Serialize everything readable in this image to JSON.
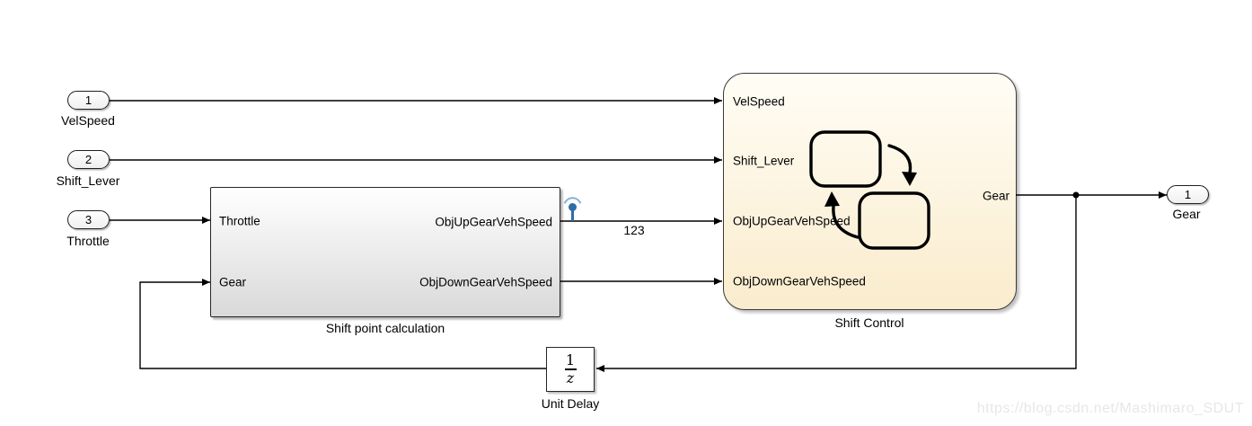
{
  "diagram": {
    "inports": [
      {
        "number": "1",
        "label": "VelSpeed"
      },
      {
        "number": "2",
        "label": "Shift_Lever"
      },
      {
        "number": "3",
        "label": "Throttle"
      }
    ],
    "outport": {
      "number": "1",
      "label": "Gear"
    },
    "subsystem": {
      "title": "Shift point calculation",
      "ports": {
        "inputs": [
          "Throttle",
          "Gear"
        ],
        "outputs": [
          "ObjUpGearVehSpeed",
          "ObjDownGearVehSpeed"
        ]
      }
    },
    "chart": {
      "title": "Shift Control",
      "ports": {
        "inputs": [
          "VelSpeed",
          "Shift_Lever",
          "ObjUpGearVehSpeed",
          "ObjDownGearVehSpeed"
        ],
        "outputs": [
          "Gear"
        ]
      }
    },
    "unit_delay": {
      "title": "Unit Delay",
      "numerator": "1",
      "denominator": "z"
    },
    "signal_label": "123",
    "watermark": "https://blog.csdn.net/Mashimaro_SDUT"
  },
  "colors": {
    "wire": "#000000",
    "subsystem_top": "#ffffff",
    "subsystem_bottom": "#d9d9d9",
    "chart_top": "#fffdf5",
    "chart_bottom": "#faeccd",
    "testpoint_blue": "#2e6da8",
    "testpoint_arc": "#85aed3",
    "watermark": "#e7e7e7"
  }
}
